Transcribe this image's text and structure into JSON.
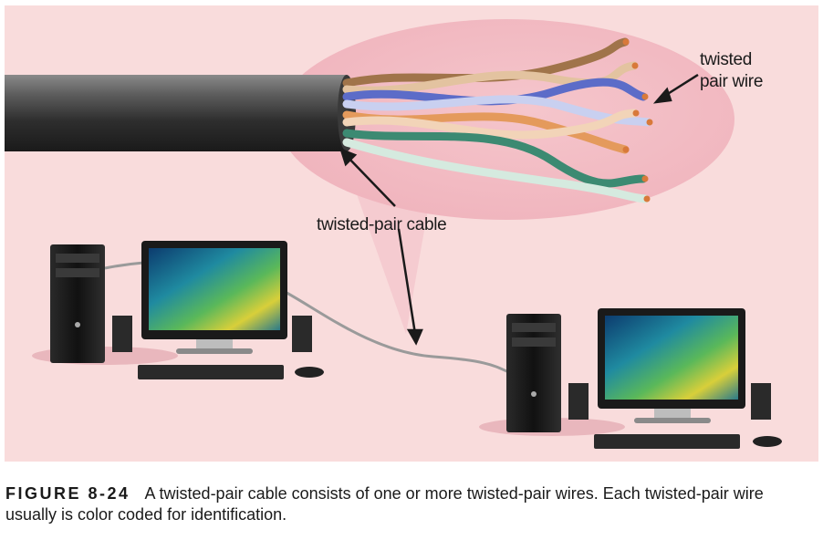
{
  "figure": {
    "labels": {
      "twisted_pair_wire": "twisted\npair wire",
      "twisted_pair_cable": "twisted-pair cable"
    },
    "colors": {
      "background": "#f9dcdc",
      "magnifier": "#f3bcc4",
      "cable": "#4a4a4a",
      "wire_brown": "#a0744a",
      "wire_blue": "#5c6cc8",
      "wire_orange": "#e49a5c",
      "wire_green": "#3c8a72",
      "copper": "#d8793a"
    },
    "icons": [
      "cable-icon",
      "computer-icon",
      "monitor-icon",
      "keyboard-icon",
      "mouse-icon",
      "speaker-icon"
    ]
  },
  "caption": {
    "number": "FIGURE 8-24",
    "text": "A twisted-pair cable consists of one or more twisted-pair wires. Each twisted-pair wire usually is color coded for identification."
  }
}
